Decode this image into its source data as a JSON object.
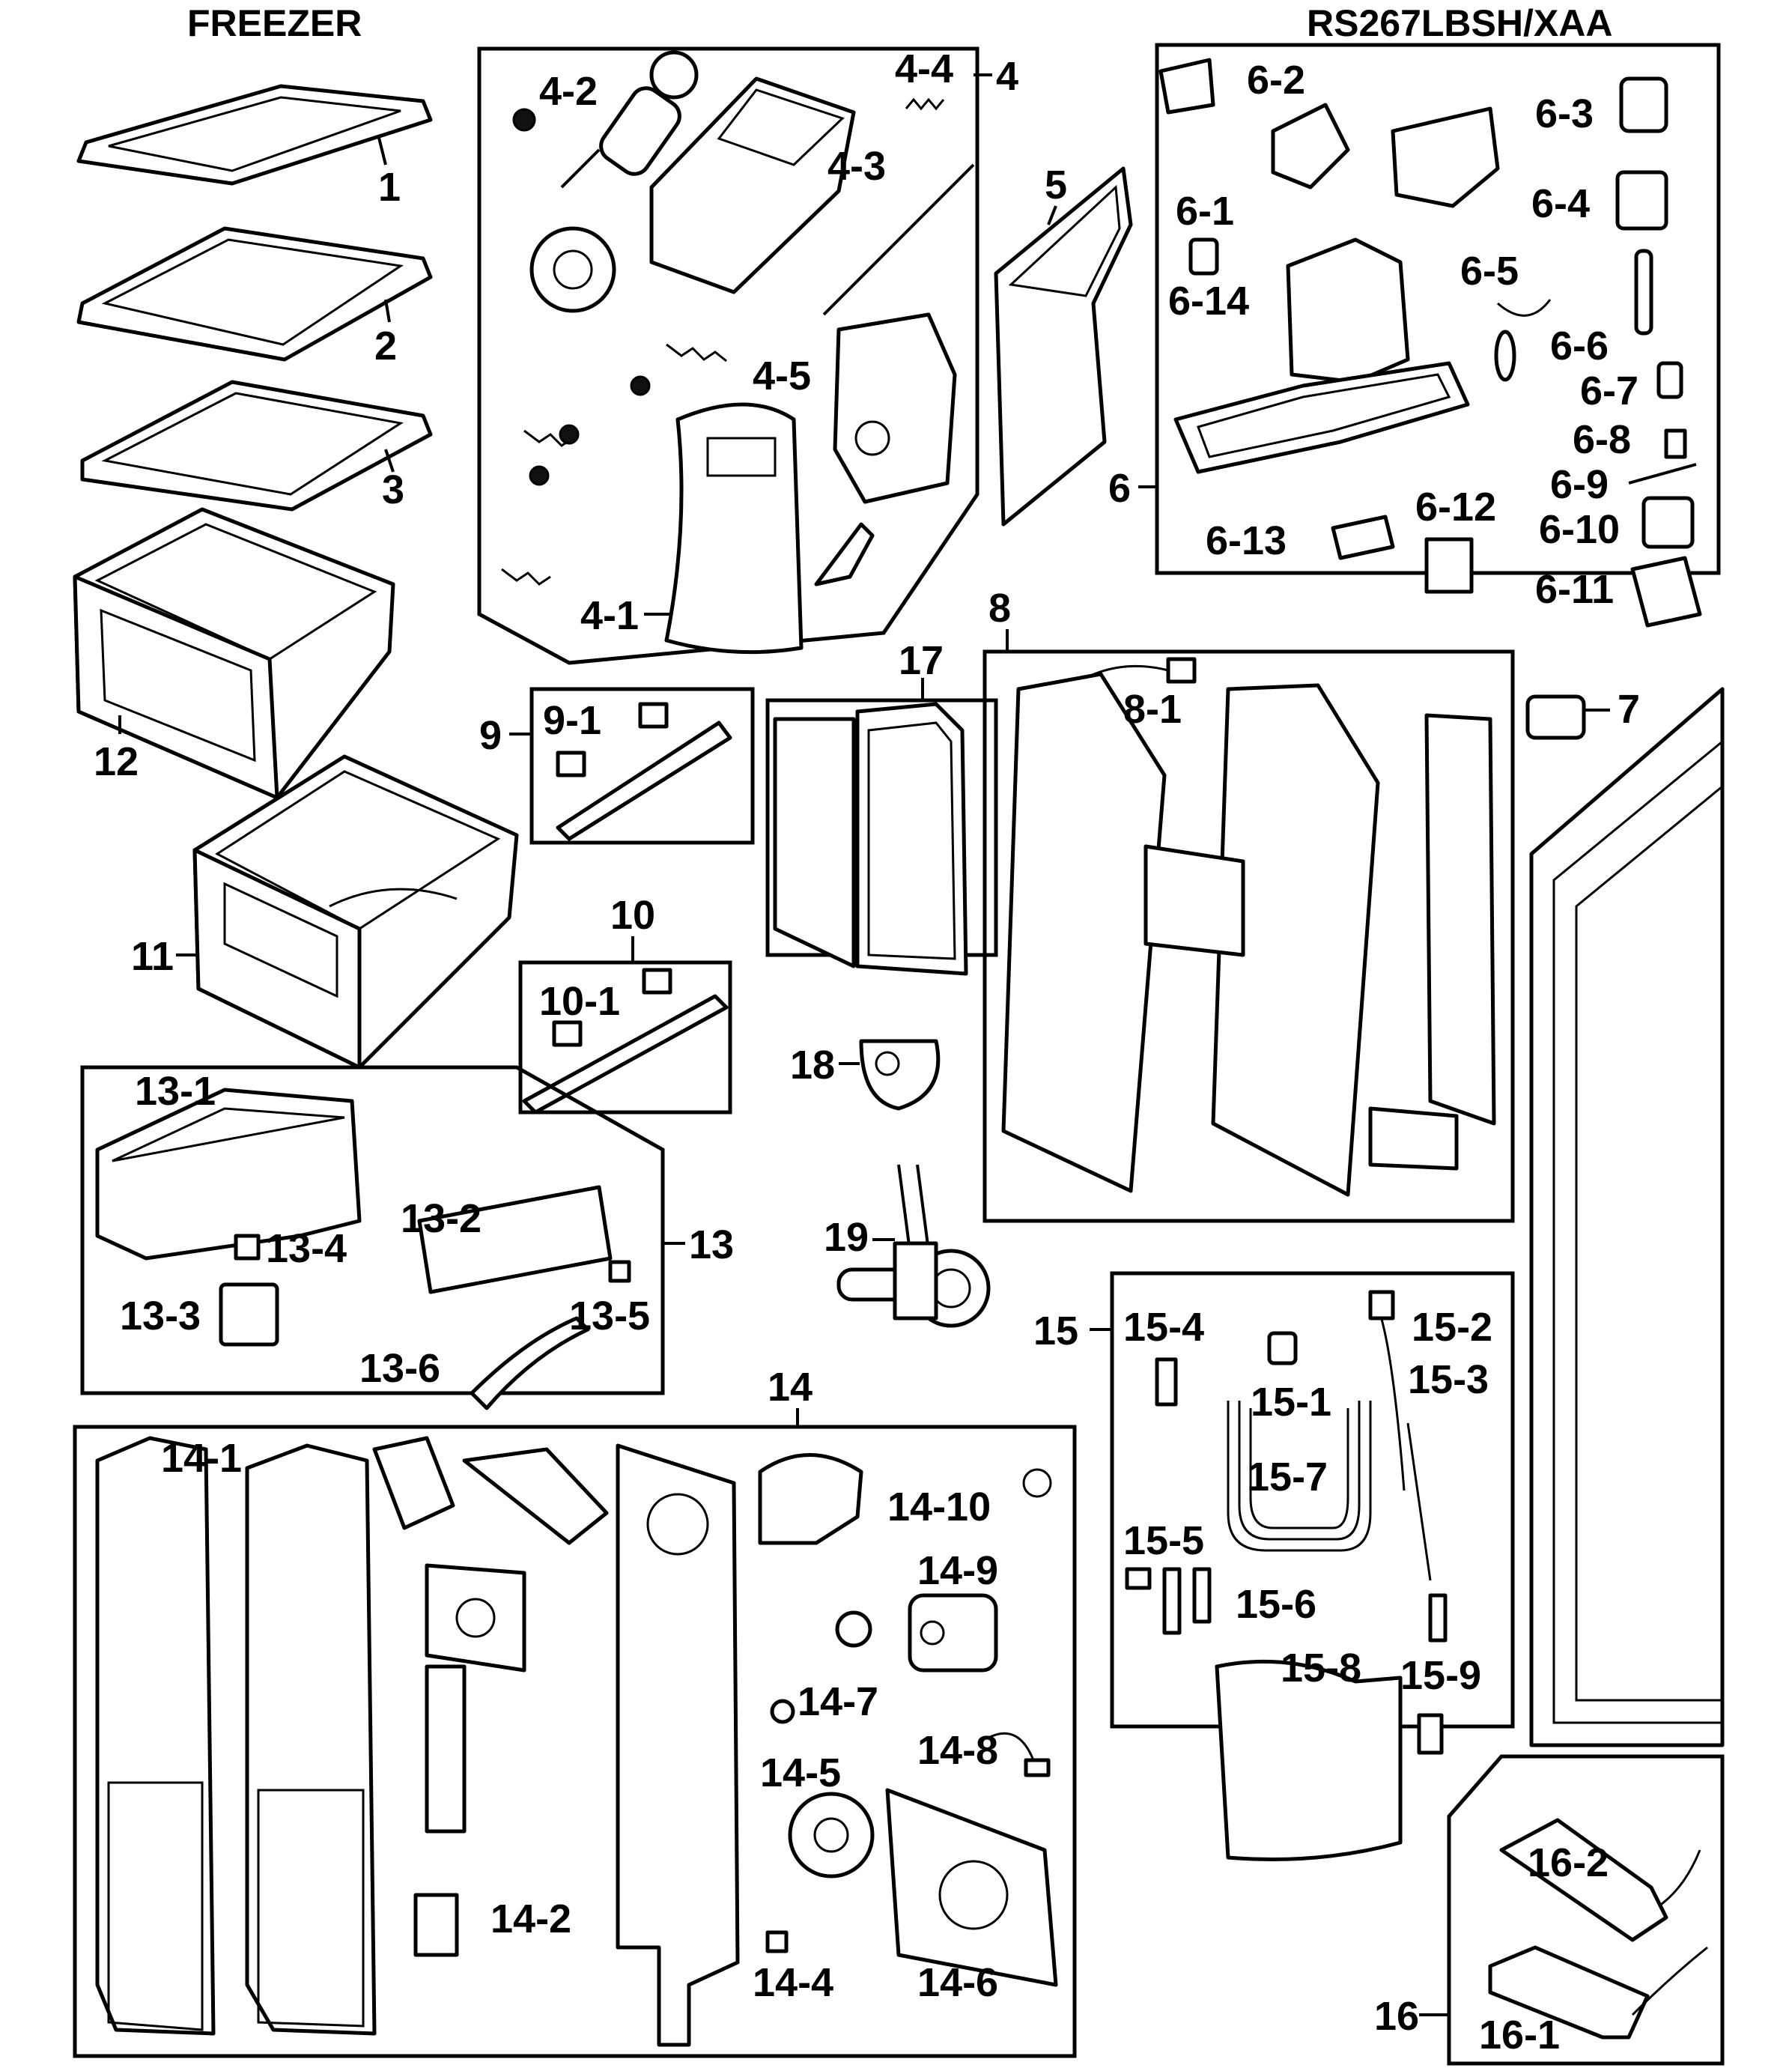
{
  "header": {
    "left_title": "FREEZER",
    "right_title": "RS267LBSH/XAA"
  },
  "labels": {
    "p1": "1",
    "p2": "2",
    "p3": "3",
    "p12": "12",
    "p11": "11",
    "p4": "4",
    "p4_1": "4-1",
    "p4_2": "4-2",
    "p4_3": "4-3",
    "p4_4": "4-4",
    "p4_5": "4-5",
    "p5": "5",
    "p6": "6",
    "p6_1": "6-1",
    "p6_2": "6-2",
    "p6_3": "6-3",
    "p6_4": "6-4",
    "p6_5": "6-5",
    "p6_6": "6-6",
    "p6_7": "6-7",
    "p6_8": "6-8",
    "p6_9": "6-9",
    "p6_10": "6-10",
    "p6_11": "6-11",
    "p6_12": "6-12",
    "p6_13": "6-13",
    "p6_14": "6-14",
    "p7": "7",
    "p8": "8",
    "p8_1": "8-1",
    "p9": "9",
    "p9_1": "9-1",
    "p10": "10",
    "p10_1": "10-1",
    "p13": "13",
    "p13_1": "13-1",
    "p13_2": "13-2",
    "p13_3": "13-3",
    "p13_4": "13-4",
    "p13_5": "13-5",
    "p13_6": "13-6",
    "p14": "14",
    "p14_1": "14-1",
    "p14_2": "14-2",
    "p14_4": "14-4",
    "p14_5": "14-5",
    "p14_6": "14-6",
    "p14_7": "14-7",
    "p14_8": "14-8",
    "p14_9": "14-9",
    "p14_10": "14-10",
    "p15": "15",
    "p15_1": "15-1",
    "p15_2": "15-2",
    "p15_3": "15-3",
    "p15_4": "15-4",
    "p15_5": "15-5",
    "p15_6": "15-6",
    "p15_7": "15-7",
    "p15_8": "15-8",
    "p15_9": "15-9",
    "p16": "16",
    "p16_1": "16-1",
    "p16_2": "16-2",
    "p17": "17",
    "p18": "18",
    "p19": "19"
  }
}
